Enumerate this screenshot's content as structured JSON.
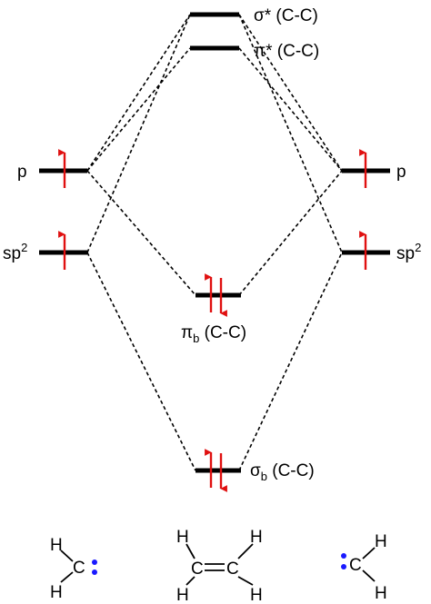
{
  "levels": {
    "left_p": {
      "label": "p",
      "electrons": "up"
    },
    "left_sp2": {
      "label_main": "sp",
      "label_sup": "2",
      "electrons": "up"
    },
    "right_p": {
      "label": "p",
      "electrons": "up"
    },
    "right_sp2": {
      "label_main": "sp",
      "label_sup": "2",
      "electrons": "up"
    },
    "sigma_star": {
      "label": "σ* (C-C)",
      "electrons": "none"
    },
    "pi_star": {
      "label": "π* (C-C)",
      "electrons": "none"
    },
    "pi_b": {
      "symbol": "π",
      "subscript": "b",
      "rest": " (C-C)",
      "electrons": "pair"
    },
    "sigma_b": {
      "symbol": "σ",
      "subscript": "b",
      "rest": " (C-C)",
      "electrons": "pair"
    }
  },
  "structures": {
    "left_carbene": {
      "carbon": "C",
      "hydrogens": [
        "H",
        "H"
      ],
      "lone_pair_color": "#1a1aff"
    },
    "ethylene": {
      "carbons": [
        "C",
        "C"
      ],
      "hydrogens": [
        "H",
        "H",
        "H",
        "H"
      ]
    },
    "right_carbene": {
      "carbon": "C",
      "hydrogens": [
        "H",
        "H"
      ],
      "lone_pair_color": "#1a1aff"
    }
  },
  "colors": {
    "electron": "#e01010",
    "line": "#000000"
  }
}
